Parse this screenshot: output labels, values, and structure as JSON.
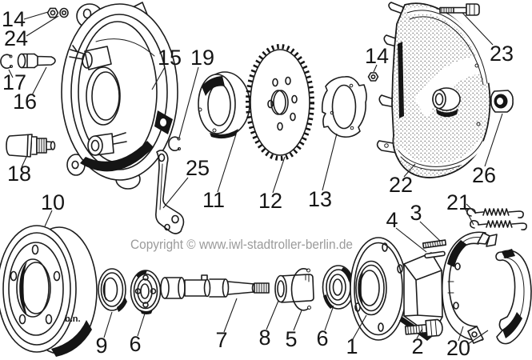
{
  "diagram": {
    "copyright": "Copyright © www.iwl-stadtroller-berlin.de",
    "drum_marking": "b.n.",
    "background": "#ffffff",
    "line_color": "#1c1c1c",
    "watermark_color": "#9b9b9b",
    "subject": "exploded rear wheel hub and brake assembly parts diagram"
  },
  "callouts": {
    "c1": "1",
    "c2": "2",
    "c3": "3",
    "c4": "4",
    "c5": "5",
    "c6a": "6",
    "c6b": "6",
    "c7": "7",
    "c8": "8",
    "c9": "9",
    "c10": "10",
    "c11": "11",
    "c12": "12",
    "c13": "13",
    "c14a": "14",
    "c14b": "14",
    "c15": "15",
    "c16": "16",
    "c17": "17",
    "c18": "18",
    "c19": "19",
    "c20": "20",
    "c21": "21",
    "c22": "22",
    "c23": "23",
    "c24": "24",
    "c25": "25",
    "c26": "26"
  }
}
